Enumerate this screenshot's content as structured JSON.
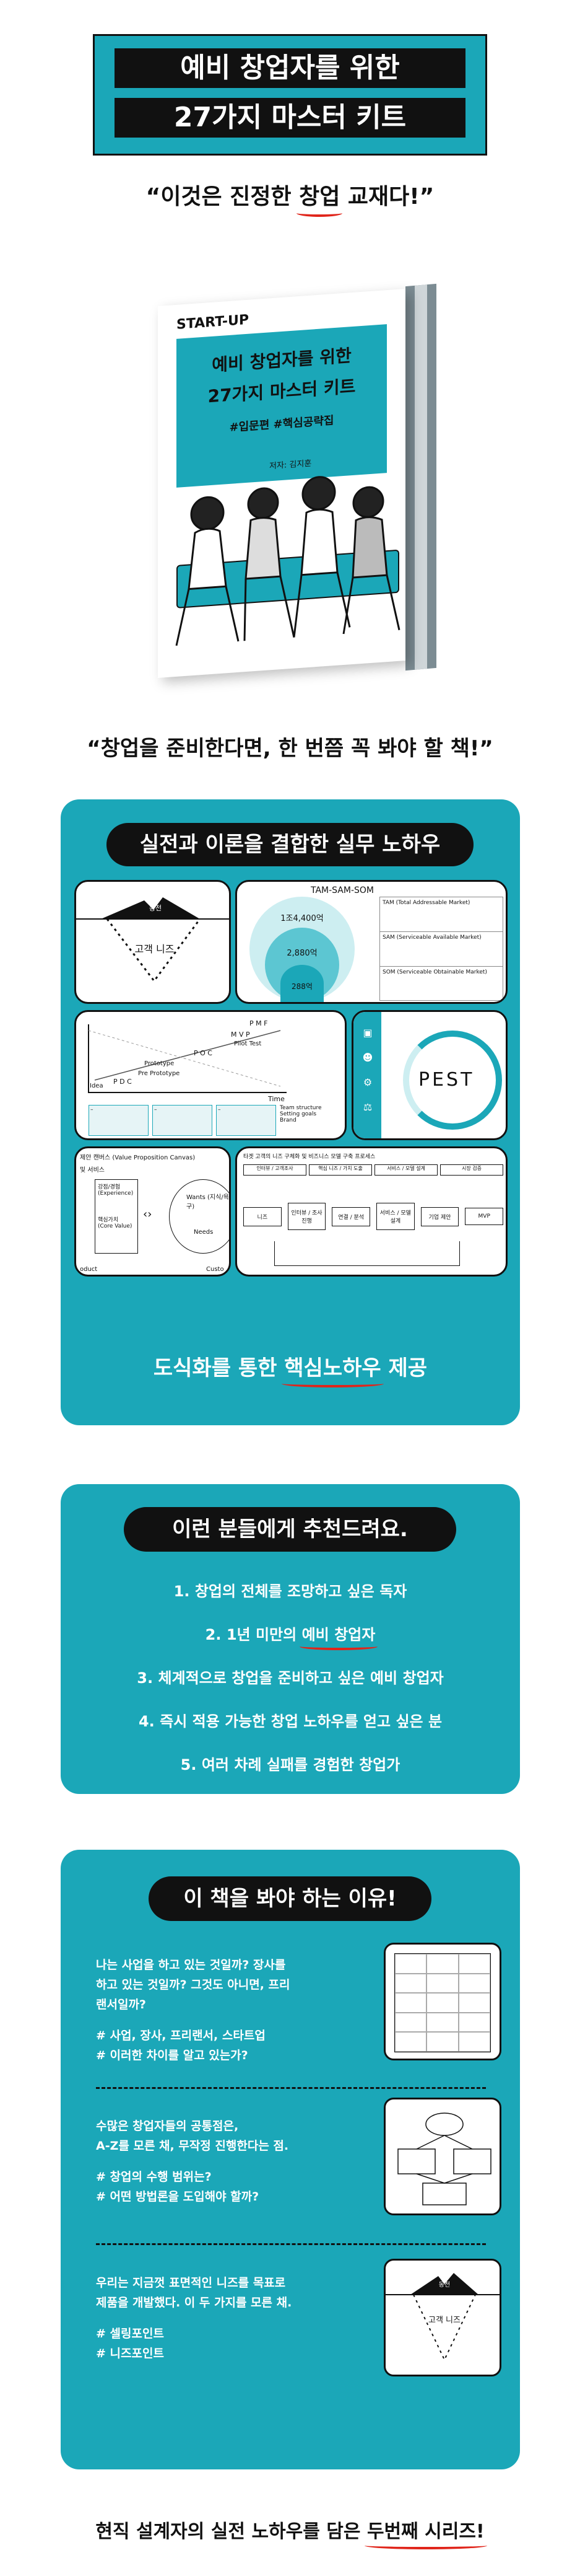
{
  "header": {
    "title_line1": "예비 창업자를 위한",
    "title_line2": "27가지 마스터 키트"
  },
  "quote_top": {
    "open": "“이것은 진정한 ",
    "highlight": "창업",
    "close": " 교재다!”"
  },
  "book": {
    "label_start": "START-UP",
    "title_line1": "예비 창업자를 위한",
    "title_line2": "27가지 마스터 키트",
    "hashtags": "#입문편 #핵심공략집",
    "author": "저자: 김지훈"
  },
  "quote_mid": "“창업을 준비한다면, 한 번쯤 꼭 봐야 할 책!”",
  "section1": {
    "pill": "실전과 이론을 결합한 실무 노하우",
    "card_niche": {
      "top": "동전",
      "center": "고객 니즈"
    },
    "card_tam": {
      "title": "TAM-SAM-SOM",
      "tam": "1조4,400억",
      "sam": "2,880억",
      "som": "288억",
      "rows": [
        "TAM (Total Addressable Market)",
        "SAM (Serviceable Available Market)",
        "SOM (Serviceable Obtainable Market)"
      ]
    },
    "card_pmf": {
      "pmf": "P M F",
      "mvp": "M V P",
      "pilot": "Pilot Test",
      "poc": "P O C",
      "prototype": "Prototype",
      "pre": "Pre Prototype",
      "pdc": "P D C",
      "idea": "Idea",
      "time": "Time",
      "side": [
        "Team structure",
        "Setting goals",
        "Brand"
      ]
    },
    "card_pest": {
      "label": "PEST"
    },
    "card_value": {
      "title": "제안 캔버스 (Value Proposition Canvas)",
      "left1": "강점/경험 (Experience)",
      "left2": "핵심가치 (Core Value)",
      "wants": "Wants (지식/욕구)",
      "needs": "Needs",
      "service": "및 서비스",
      "product": "oduct",
      "customer": "Custo"
    },
    "card_flow": {
      "title": "타겟 고객의 니즈 구체화 및 비즈니스 모델 구축 프로세스",
      "header": [
        "인터뷰 / 고객조사",
        "핵심 니즈 / 가치 도출",
        "서비스 / 모델 설계",
        "시장 검증"
      ],
      "boxes": [
        "니즈",
        "인터뷰 / 조사 진행",
        "연결 / 분석",
        "서비스 / 모델 설계",
        "기업 제안",
        "MVP"
      ]
    },
    "caption_pre": "도식화를 통한 ",
    "caption_hl": "핵심노하우",
    "caption_post": " 제공"
  },
  "section2": {
    "pill": "이런 분들에게 추천드려요.",
    "items": [
      "1.  창업의 전체를 조망하고 싶은 독자",
      "2. 1년 미만의 예비 창업자",
      "3. 체계적으로 창업을 준비하고 싶은 예비 창업자",
      "4. 즉시 적용 가능한 창업 노하우를 얻고 싶은 분",
      "5. 여러 차례 실패를 경험한 창업가"
    ],
    "item2_pre": "2. 1년 미만의 ",
    "item2_hl": "예비 창업자"
  },
  "section3": {
    "pill": "이 책을 봐야 하는 이유!",
    "blocks": [
      {
        "lines": [
          "나는 사업을 하고 있는 것일까? 장사를",
          "하고 있는 것일까? 그것도 아니면, 프리",
          "랜서일까?"
        ],
        "tags": [
          "# 사업, 장사, 프리랜서, 스타트업",
          "# 이러한 차이를 알고 있는가?"
        ]
      },
      {
        "lines": [
          "수많은 창업자들의 공통점은,",
          "A-Z를 모른 채, 무작정 진행한다는 점."
        ],
        "tags": [
          "# 창업의 수행 범위는?",
          "# 어떤 방법론을 도입해야 할까?"
        ]
      },
      {
        "lines": [
          "우리는 지금껏 표면적인 니즈를 목표로",
          "제품을 개발했다. 이 두 가지를 모른 채."
        ],
        "tags": [
          "# 셀링포인트",
          "# 니즈포인트"
        ]
      }
    ],
    "mini_niche": {
      "top": "동전",
      "center": "고객 니즈"
    }
  },
  "footer": {
    "pre": "현직 설계자의 실전 노하우를 담은 ",
    "hl": "두번째 시리즈!"
  },
  "colors": {
    "teal": "#1ba7b8",
    "red": "#e0251b",
    "black": "#111111"
  }
}
